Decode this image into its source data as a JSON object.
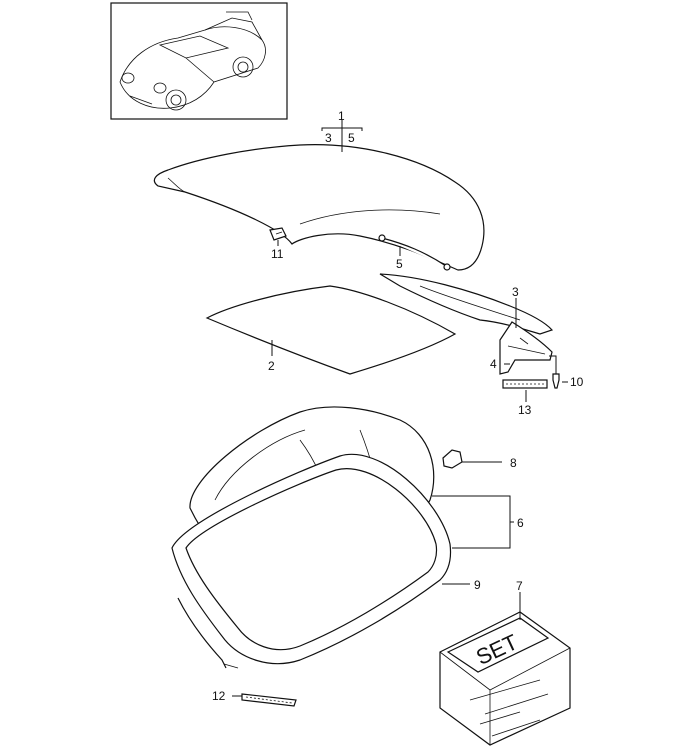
{
  "callouts": {
    "c1": "1",
    "c1_sub_a": "3",
    "c1_sub_b": "5",
    "c2": "2",
    "c3": "3",
    "c4": "4",
    "c5": "5",
    "c6": "6",
    "c7": "7",
    "c8": "8",
    "c9": "9",
    "c10": "10",
    "c11": "11",
    "c12": "12",
    "c13": "13"
  },
  "set_box": {
    "label": "SET"
  }
}
